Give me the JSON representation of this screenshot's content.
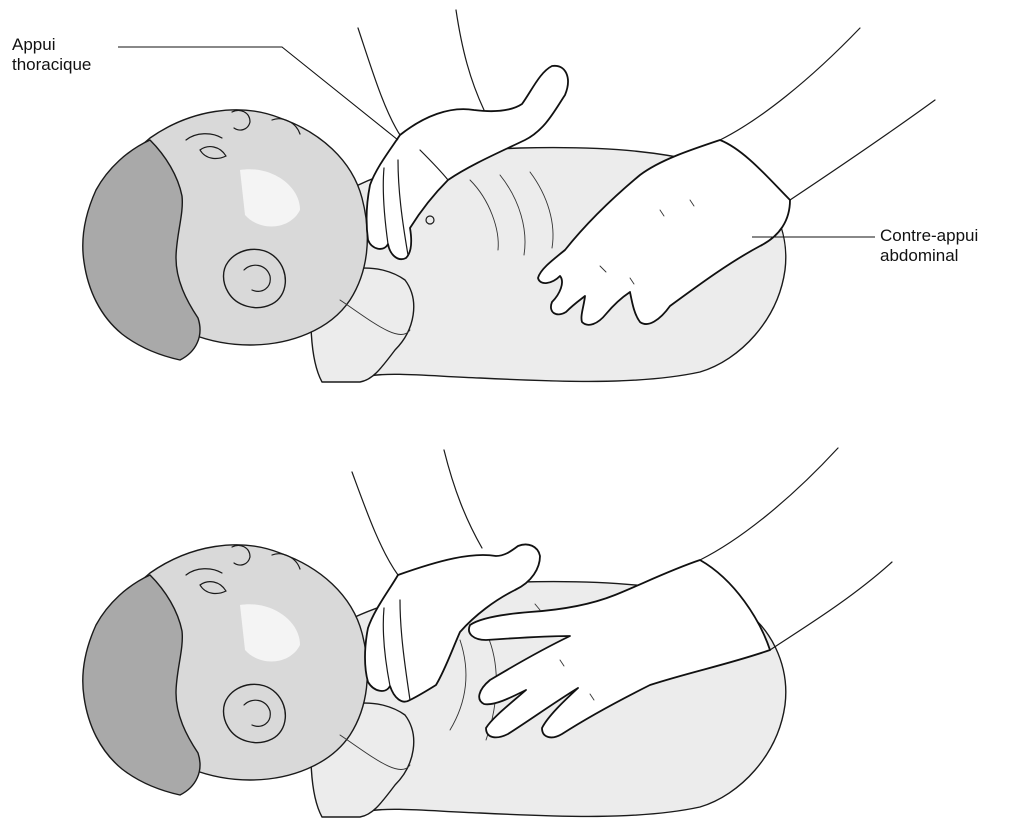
{
  "labels": {
    "chest_press": [
      "Appui",
      "thoracique"
    ],
    "abdominal_counter": [
      "Contre-appui",
      "abdominal"
    ]
  },
  "colors": {
    "skin": "#d9d9d9",
    "hair": "#a9a9a9",
    "line": "#111111",
    "background": "#ffffff"
  }
}
